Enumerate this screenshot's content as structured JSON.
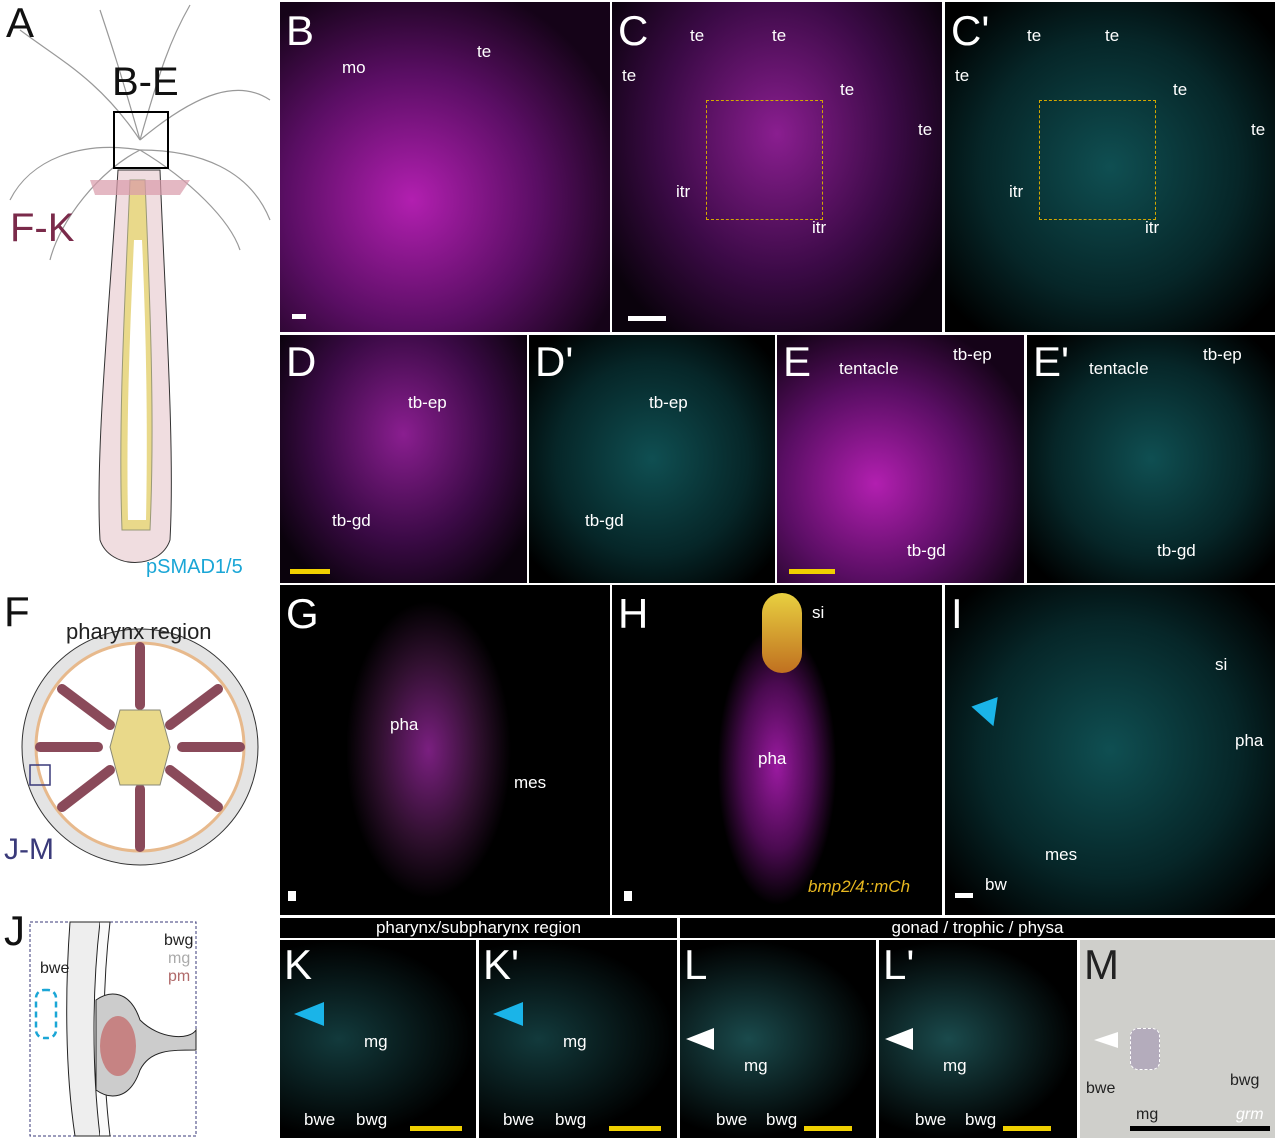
{
  "panels": {
    "A": {
      "letter": "A",
      "labels": [
        "B-E",
        "F-K",
        "pSMAD1/5"
      ]
    },
    "B": {
      "letter": "B",
      "labels": [
        "mo",
        "te"
      ]
    },
    "C": {
      "letter": "C",
      "labels": [
        "te",
        "te",
        "te",
        "te",
        "te",
        "itr",
        "itr"
      ]
    },
    "C2": {
      "letter": "C'",
      "labels": [
        "te",
        "te",
        "te",
        "te",
        "te",
        "itr",
        "itr"
      ]
    },
    "D": {
      "letter": "D",
      "labels": [
        "tb-ep",
        "tb-gd"
      ]
    },
    "D2": {
      "letter": "D'",
      "labels": [
        "tb-ep",
        "tb-gd"
      ]
    },
    "E": {
      "letter": "E",
      "labels": [
        "tentacle",
        "tb-ep",
        "tb-gd"
      ]
    },
    "E2": {
      "letter": "E'",
      "labels": [
        "tentacle",
        "tb-ep",
        "tb-gd"
      ]
    },
    "F": {
      "letter": "F",
      "title": "pharynx region",
      "labels": [
        "J-M"
      ]
    },
    "G": {
      "letter": "G",
      "labels": [
        "pha",
        "mes"
      ]
    },
    "H": {
      "letter": "H",
      "labels": [
        "si",
        "pha",
        "bmp2/4::mCh"
      ]
    },
    "I": {
      "letter": "I",
      "labels": [
        "si",
        "pha",
        "mes",
        "bw"
      ]
    },
    "J": {
      "letter": "J",
      "labels": [
        "bwe",
        "bwg",
        "mg",
        "pm"
      ]
    },
    "K": {
      "letter": "K",
      "labels": [
        "mg",
        "bwe",
        "bwg"
      ]
    },
    "K2": {
      "letter": "K'",
      "labels": [
        "mg",
        "bwe",
        "bwg"
      ]
    },
    "L": {
      "letter": "L",
      "labels": [
        "mg",
        "bwe",
        "bwg"
      ]
    },
    "L2": {
      "letter": "L'",
      "labels": [
        "mg",
        "bwe",
        "bwg"
      ]
    },
    "M": {
      "letter": "M",
      "labels": [
        "bwe",
        "mg",
        "bwg",
        "grm"
      ]
    }
  },
  "headers": {
    "left": "pharynx/subpharynx region",
    "right": "gonad / trophic / physa"
  },
  "colors": {
    "magenta": "#c020c0",
    "cyan": "#20d0d8",
    "scale_white": "#ffffff",
    "scale_yellow": "#f0d000",
    "arrow_cyan": "#1ab4e8",
    "F-K": "#7a2a4a",
    "J-M": "#3a3a7a",
    "pSMAD": "#1aa6d6"
  }
}
